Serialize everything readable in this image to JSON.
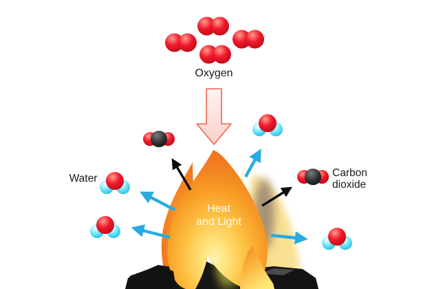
{
  "labels": {
    "oxygen": "Oxygen",
    "water": "Water",
    "carbon_line1": "Carbon",
    "carbon_line2": "dioxide",
    "heat_line1": "Heat",
    "heat_line2": "and Light"
  },
  "flow": {
    "input": "Oxygen",
    "outputs": [
      "Water",
      "Carbon dioxide"
    ],
    "center": "Heat and Light"
  },
  "molecule_counts": {
    "oxygen_in": 4,
    "water_out": 4,
    "carbon_dioxide_out": 2
  },
  "colors": {
    "background": "#ffffff",
    "label_text": "#1a1a1a",
    "heat_label_text": "#ffffff",
    "oxygen_atom_red": "#ee1c25",
    "hydrogen_atom_cyan": "#35c8f0",
    "carbon_atom_black": "#231f20",
    "water_arrow_blue": "#29abe2",
    "co2_arrow_black": "#0d0d0d",
    "oxygen_down_arrow_stroke": "#ef6450",
    "flame_orange": "#f58220",
    "flame_yellow": "#ffe27a",
    "charcoal": "#161616"
  }
}
